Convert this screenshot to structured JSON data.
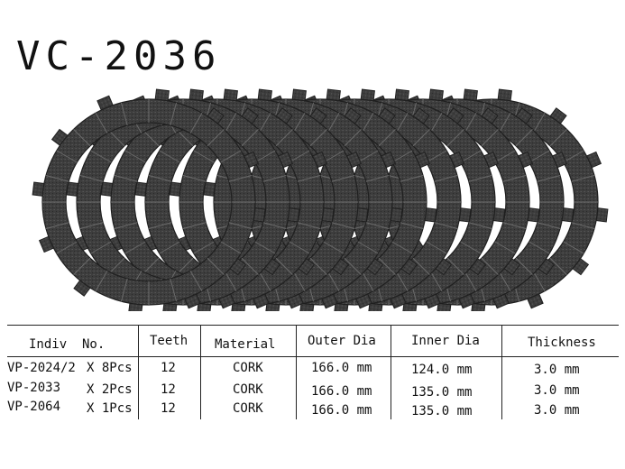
{
  "title": "VC-2036",
  "table": {
    "headers": {
      "indiv": "Indiv  No.",
      "teeth": "Teeth",
      "material": "Material",
      "outer": "Outer Dia",
      "inner": "Inner Dia",
      "thickness": "Thickness"
    },
    "rows": [
      {
        "part": "VP-2024/2",
        "qty": "X 8Pcs",
        "teeth": "12",
        "material": "CORK",
        "outer": "166.0 mm",
        "inner": "124.0 mm",
        "thickness": "3.0 mm"
      },
      {
        "part": "VP-2033",
        "qty": "X 2Pcs",
        "teeth": "12",
        "material": "CORK",
        "outer": "166.0 mm",
        "inner": "135.0 mm",
        "thickness": "3.0 mm"
      },
      {
        "part": "VP-2064",
        "qty": "X 1Pcs",
        "teeth": "12",
        "material": "CORK",
        "outer": "166.0 mm",
        "inner": "135.0 mm",
        "thickness": "3.0 mm"
      }
    ]
  },
  "image": {
    "plate_count": 11,
    "plate_color": "#3d3d3d",
    "plate_edge_color": "#1f1f1f",
    "teeth_per_plate": 12
  }
}
